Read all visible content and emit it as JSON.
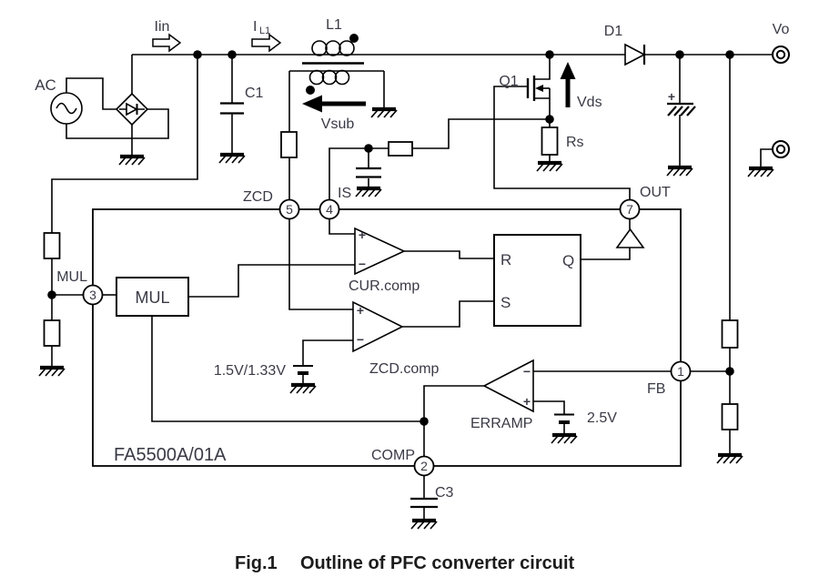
{
  "caption": {
    "fig": "Fig.1",
    "title": "Outline of PFC converter circuit"
  },
  "ic": {
    "name": "FA5500A/01A",
    "pins": {
      "zcd": {
        "num": "5",
        "label": "ZCD"
      },
      "is": {
        "num": "4",
        "label": "IS"
      },
      "out": {
        "num": "7",
        "label": "OUT"
      },
      "mul": {
        "num": "3",
        "label": "MUL"
      },
      "fb": {
        "num": "1",
        "label": "FB"
      },
      "comp": {
        "num": "2",
        "label": "COMP"
      }
    },
    "blocks": {
      "multiplier": "MUL",
      "cur_comp": "CUR.comp",
      "zcd_comp": "ZCD.comp",
      "erramp": "ERRAMP",
      "latch_r": "R",
      "latch_s": "S",
      "latch_q": "Q"
    },
    "refs": {
      "zcd_threshold": "1.5V/1.33V",
      "erramp_ref": "2.5V"
    }
  },
  "components": {
    "ac": "AC",
    "c1": "C1",
    "l1": "L1",
    "q1": "Q1",
    "d1": "D1",
    "rs": "Rs",
    "c3": "C3",
    "vo": "Vo"
  },
  "signals": {
    "iin": "Iin",
    "il1_base": "I",
    "il1_sub": "L1",
    "vds": "Vds",
    "vsub": "Vsub"
  },
  "symbols": {
    "plus": "+",
    "minus": "−"
  }
}
